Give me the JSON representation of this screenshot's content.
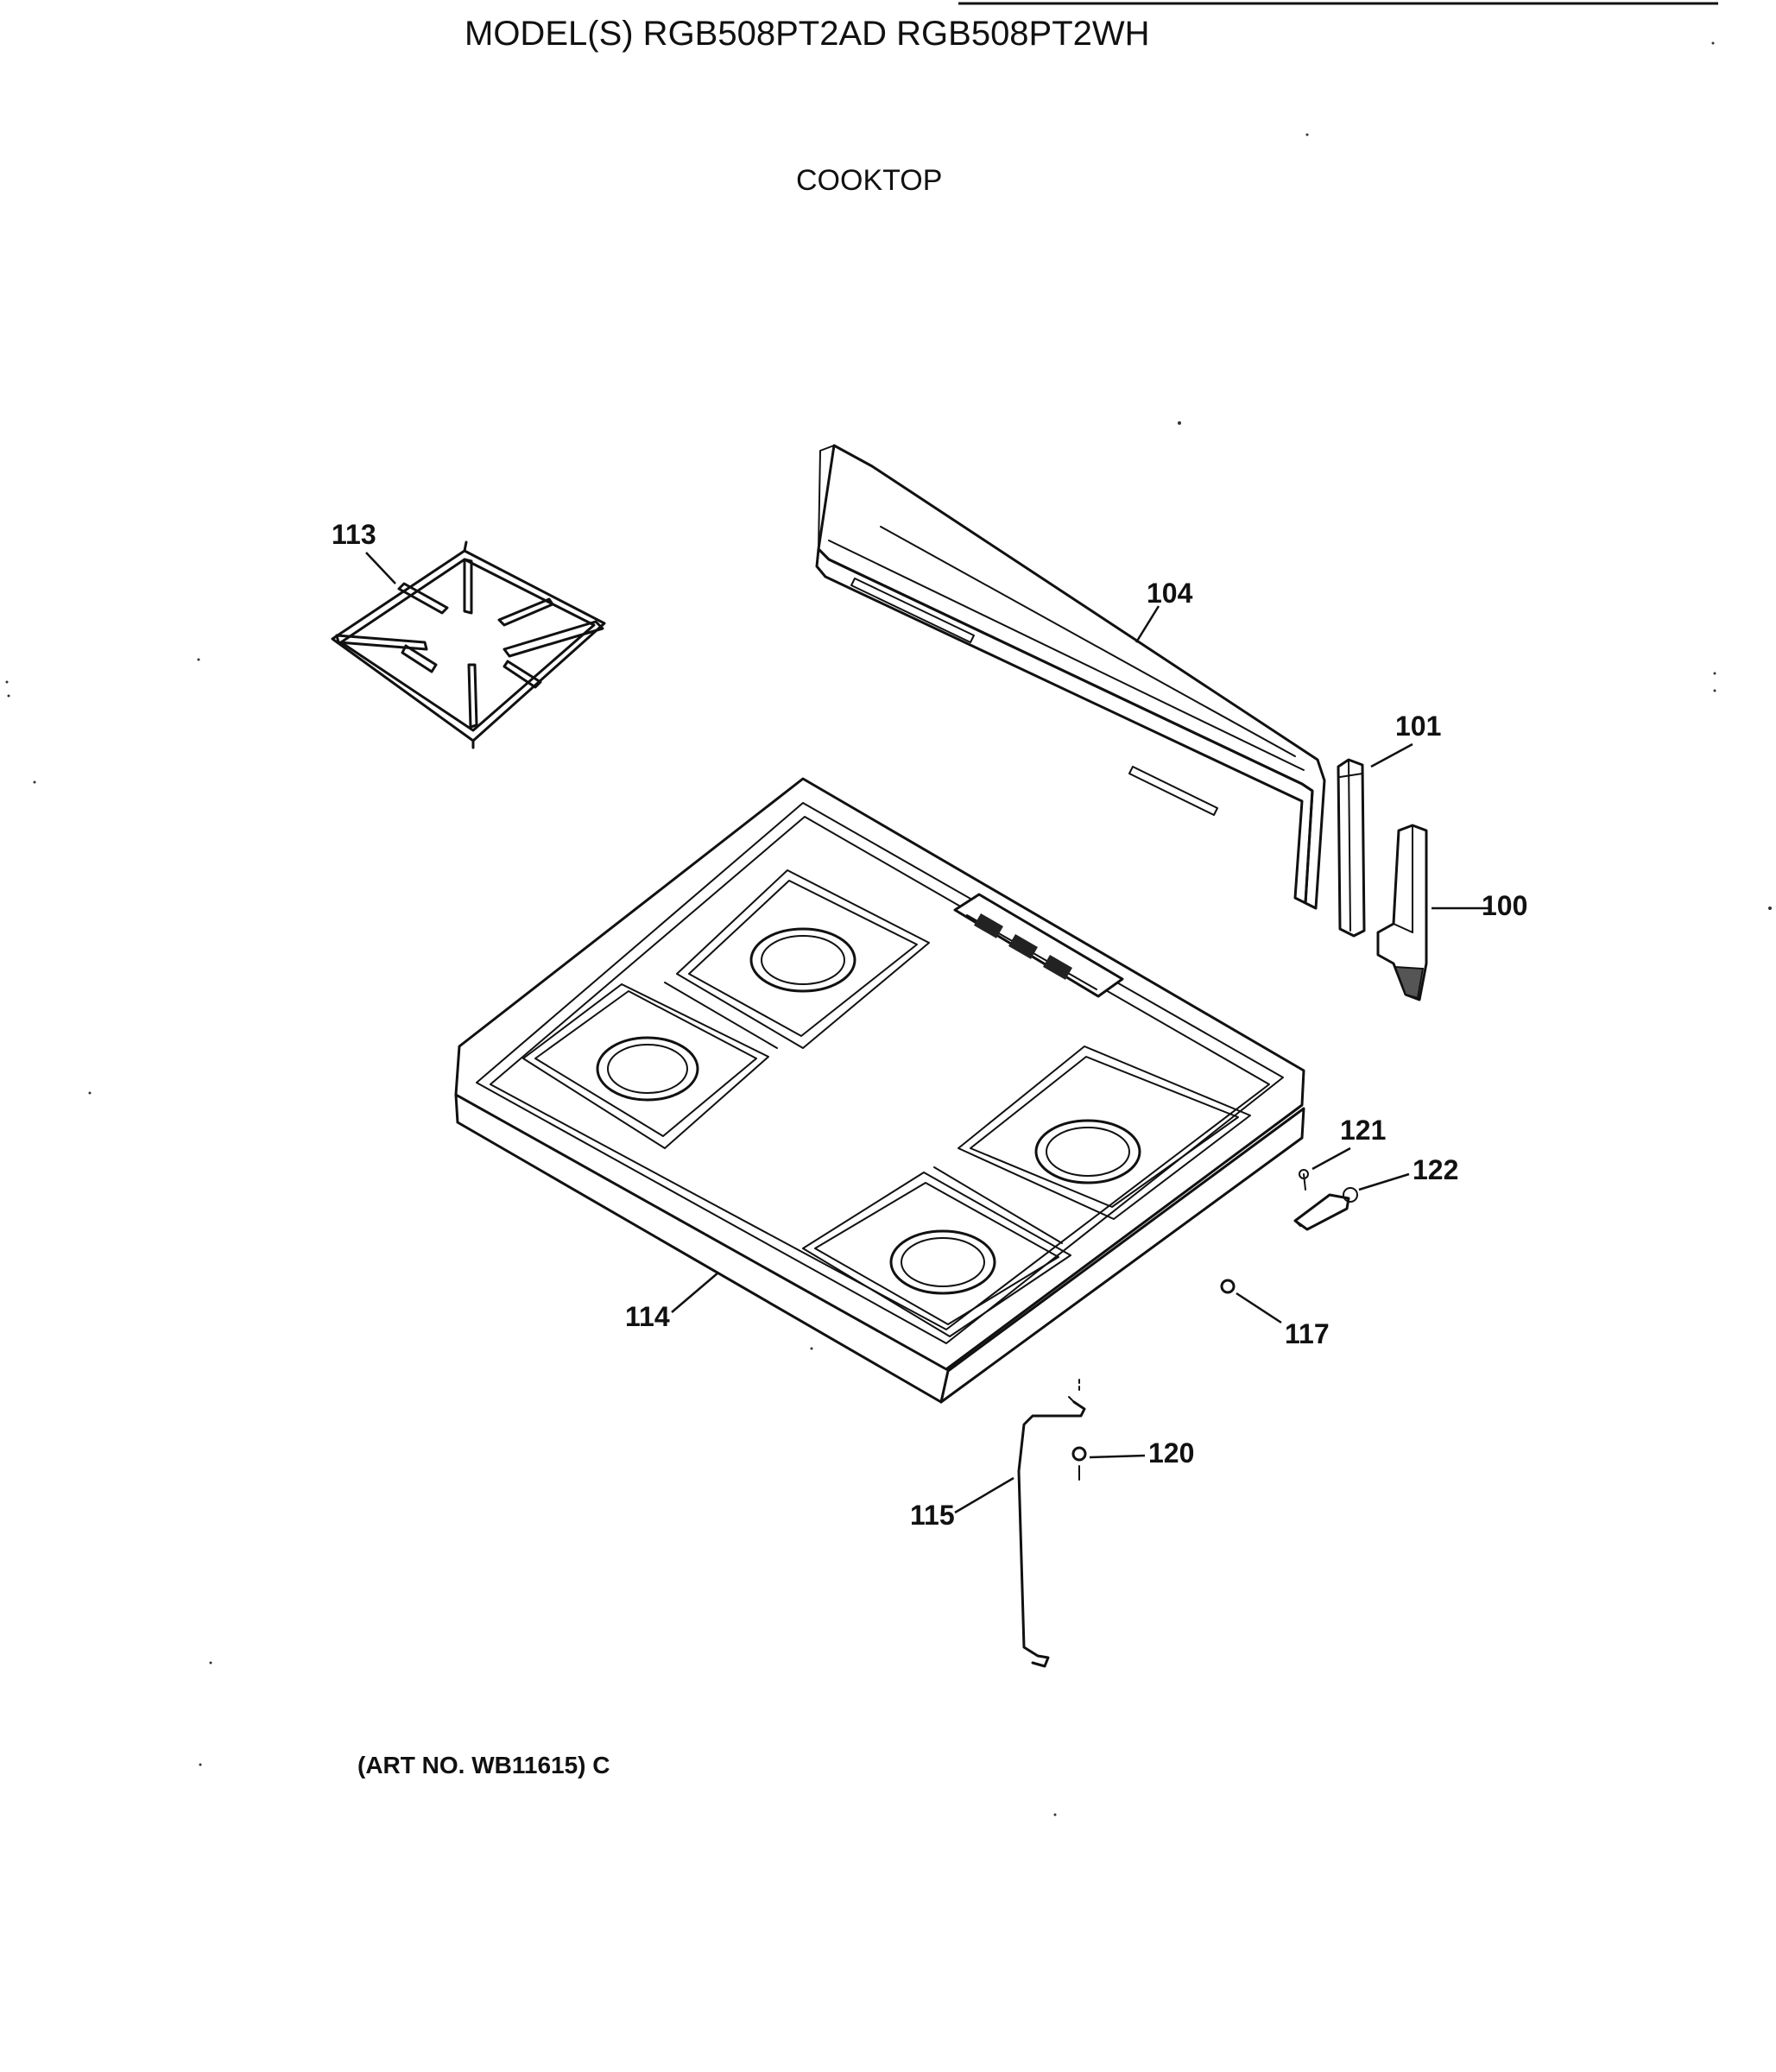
{
  "header": {
    "models": "MODEL(S) RGB508PT2AD  RGB508PT2WH",
    "section": "COOKTOP"
  },
  "callouts": {
    "p113": "113",
    "p104": "104",
    "p101": "101",
    "p100": "100",
    "p121": "121",
    "p122": "122",
    "p114": "114",
    "p117": "117",
    "p120": "120",
    "p115": "115"
  },
  "footer": {
    "art_number": "(ART NO. WB11615) C"
  },
  "colors": {
    "ink": "#111111",
    "paper": "#ffffff"
  }
}
